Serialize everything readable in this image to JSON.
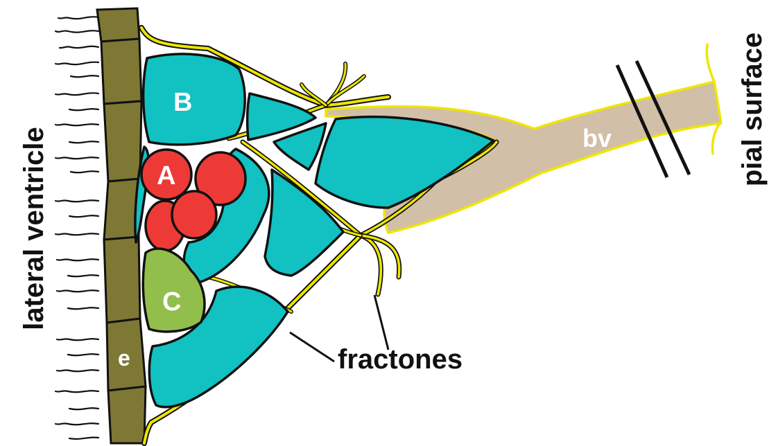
{
  "labels": {
    "lateral_ventricle": "lateral ventricle",
    "pial_surface": "pial surface",
    "cell_a": "A",
    "cell_b": "B",
    "cell_c": "C",
    "ependymal": "e",
    "blood_vessel": "bv",
    "fractones": "fractones"
  },
  "colors": {
    "type_b_cell": "#12c1c1",
    "type_a_cell": "#ee3a36",
    "type_c_cell": "#92bf4b",
    "ependymal_wall": "#7f7834",
    "blood_vessel": "#d2bfa8",
    "fractone_basal_lamina": "#ede600"
  }
}
